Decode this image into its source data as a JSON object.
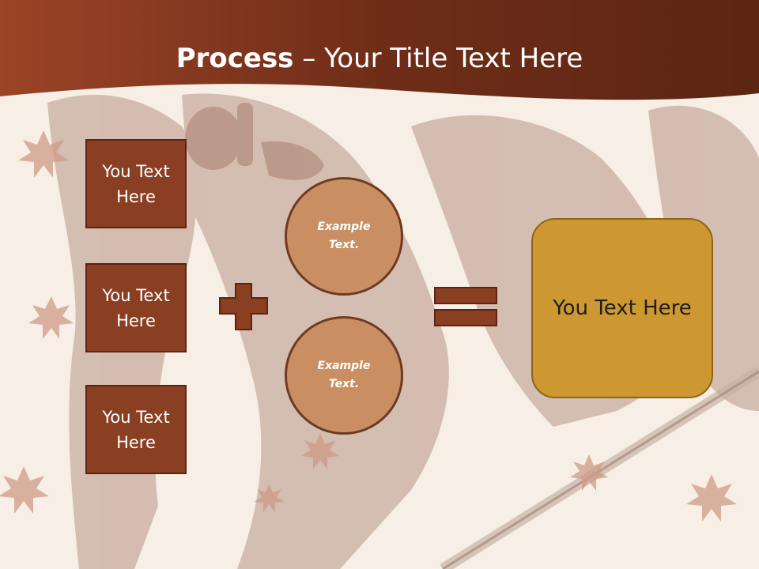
{
  "slide": {
    "title_bold": "Process",
    "title_rest": " – Your Title Text Here"
  },
  "inputs": [
    {
      "label": "You Text Here"
    },
    {
      "label": "You Text Here"
    },
    {
      "label": "You Text Here"
    }
  ],
  "circles": [
    {
      "label": "Example Text."
    },
    {
      "label": "Example Text."
    }
  ],
  "result": {
    "label": "You Text Here"
  },
  "colors": {
    "header": "#7a3418",
    "box_fill": "#8a3e22",
    "circle_fill": "#c98f62",
    "result_fill": "#cd9832",
    "operator": "#8a3e22"
  }
}
